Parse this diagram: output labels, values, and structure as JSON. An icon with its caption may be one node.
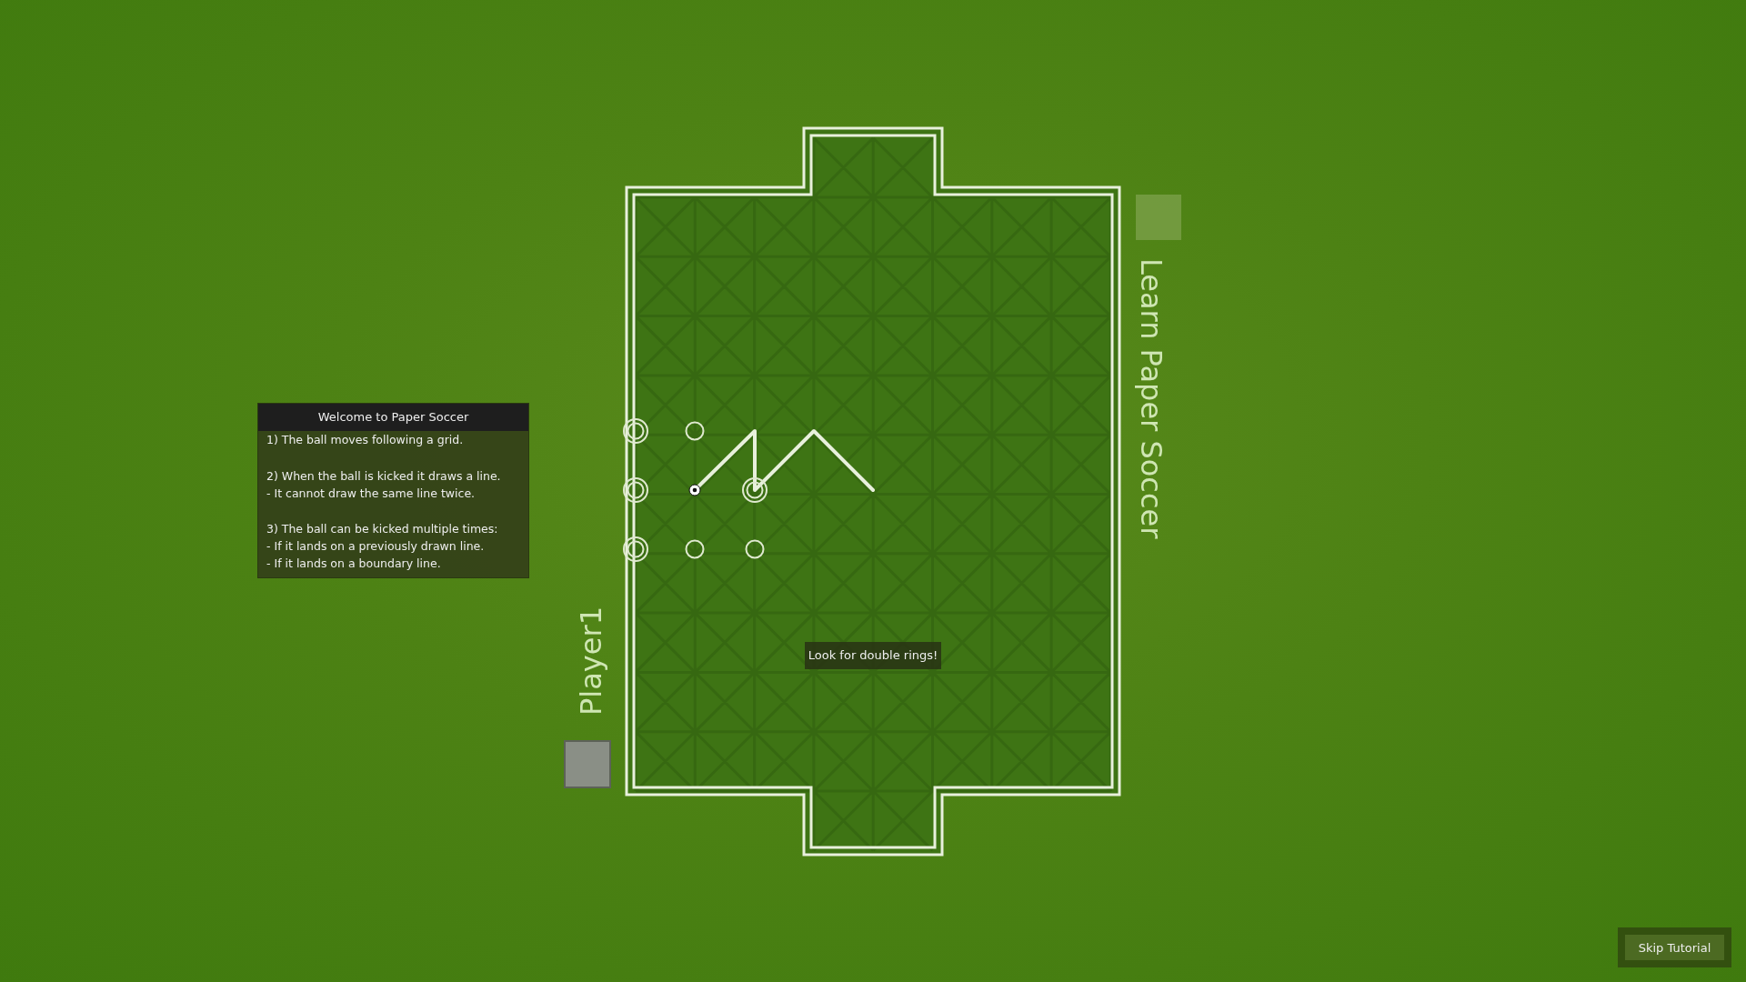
{
  "diagram": {
    "nodes": [
      {
        "text": [
          "Welcome to Paper Soccer",
          "1) The ball moves following a grid.",
          "2) When the ball is kicked it draws a line.",
          "- It cannot draw the same line twice.",
          "3) The ball can be kicked multiple times:",
          "- If it lands on a previously drawn line.",
          "- If it lands on a boundary line."
        ]
      },
      {
        "text": [
          "Look for double rings!"
        ]
      },
      {
        "text": [
          "Skip Tutorial"
        ]
      }
    ],
    "labels": [
      "Learn Paper Soccer",
      "Player1"
    ]
  }
}
